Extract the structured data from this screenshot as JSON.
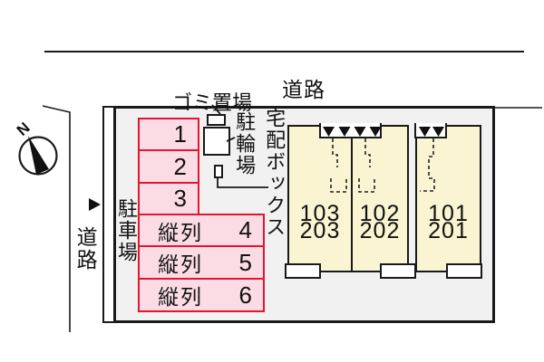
{
  "compass": {
    "north_label": "N"
  },
  "roads": {
    "top_label": "道路",
    "left_label": "道路"
  },
  "parking": {
    "area_label": "駐車場",
    "spaces": [
      {
        "prefix": "",
        "number": "1"
      },
      {
        "prefix": "",
        "number": "2"
      },
      {
        "prefix": "",
        "number": "3"
      },
      {
        "prefix": "縦列",
        "number": "4"
      },
      {
        "prefix": "縦列",
        "number": "5"
      },
      {
        "prefix": "縦列",
        "number": "6"
      }
    ]
  },
  "facilities": {
    "garbage_label": "ゴミ置場",
    "bicycle_label": "駐輪場",
    "delivery_label": "宅配ボックス"
  },
  "building": {
    "units": [
      {
        "line1": "103",
        "line2": "203"
      },
      {
        "line1": "102",
        "line2": "202"
      },
      {
        "line1": "101",
        "line2": "201"
      }
    ]
  },
  "icons": {
    "compass": "compass-circle-with-needle",
    "entrance_marker": "down-triangle",
    "road_direction": "right-triangle"
  },
  "colors": {
    "parking_fill": "#fbdce5",
    "parking_border": "#e51430",
    "building_fill": "#faf4d3",
    "site_fill": "#f1f1f1",
    "line": "#1a1a1a"
  }
}
